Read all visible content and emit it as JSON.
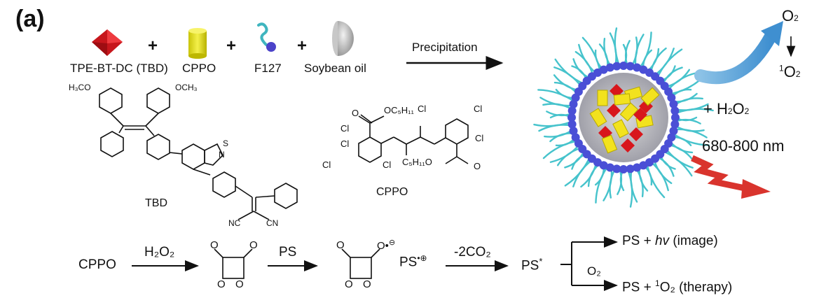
{
  "panel_label": "(a)",
  "components": [
    {
      "label": "TPE-BT-DC (TBD)",
      "icon": "red-octahedron-icon",
      "color": "#d8262b"
    },
    {
      "label": "CPPO",
      "icon": "yellow-cylinder-icon",
      "color": "#e6e21c"
    },
    {
      "label": "F127",
      "icon": "polymer-chain-icon",
      "color": "#4bbfc9"
    },
    {
      "label": "Soybean oil",
      "icon": "gray-hemisphere-icon",
      "color": "#b8b8b8"
    }
  ],
  "plus_sign": "+",
  "precipitation_label": "Precipitation",
  "nanoparticle": {
    "o2": "O",
    "o2_sub": "2",
    "singlet_sup": "1",
    "singlet_o": "O",
    "singlet_sub": "2",
    "h2o2_prefix": "+ H",
    "h2o2_sub": "2",
    "h2o2_suffix": "O",
    "h2o2_sub2": "2",
    "emission": "680-800",
    "emission_unit": "nm",
    "shell_color": "#4a4fd6",
    "chain_color": "#46c3cc"
  },
  "structures": {
    "tbd_label": "TBD",
    "tbd_methoxy_left": "H₃CO",
    "tbd_methoxy_right": "OCH₃",
    "tbd_thiadiazole_n": "N",
    "tbd_thiadiazole_s": "S",
    "tbd_nc_left": "NC",
    "tbd_cn_right": "CN",
    "cppo_label": "CPPO",
    "cppo_ester_top": "OC₅H₁₁",
    "cppo_ester_bottom": "C₅H₁₁O",
    "cppo_cl": "Cl",
    "cppo_o": "O"
  },
  "mechanism": {
    "start": "CPPO",
    "step1_reagent": "H₂O₂",
    "step2_reagent": "PS",
    "radical_ps": "PS",
    "step3_reagent": "-2CO₂",
    "excited_ps": "PS",
    "branch_top_prefix": "PS + ",
    "branch_top_hv": "hv",
    "branch_top_suffix": " (image)",
    "branch_bottom_reagent": "O₂",
    "branch_bottom_prefix": "PS + ",
    "branch_bottom_sup": "1",
    "branch_bottom_suffix": "O₂ (therapy)"
  }
}
